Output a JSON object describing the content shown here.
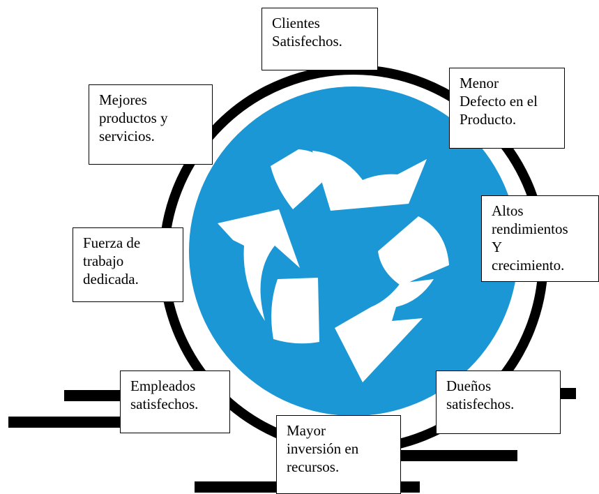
{
  "colors": {
    "circle_fill": "#1a97d4",
    "ring_stroke": "#000000",
    "arrow_fill": "#ffffff",
    "box_border": "#000000",
    "text": "#000000"
  },
  "icon": "recycle-icon",
  "nodes": {
    "clientes": {
      "lines": [
        "Clientes",
        "Satisfechos."
      ]
    },
    "menor": {
      "lines": [
        "Menor",
        "Defecto en el",
        "Producto."
      ]
    },
    "mejores": {
      "lines": [
        "Mejores",
        "productos y",
        "servicios."
      ]
    },
    "altos": {
      "lines": [
        "Altos",
        "rendimientos",
        "Y",
        "crecimiento."
      ]
    },
    "fuerza": {
      "lines": [
        "Fuerza de",
        "trabajo",
        "dedicada."
      ]
    },
    "empleados": {
      "lines": [
        "Empleados",
        "satisfechos."
      ]
    },
    "duenos": {
      "lines": [
        "Dueños",
        "satisfechos."
      ]
    },
    "mayor": {
      "lines": [
        "Mayor",
        "inversión en",
        "recursos."
      ]
    }
  }
}
